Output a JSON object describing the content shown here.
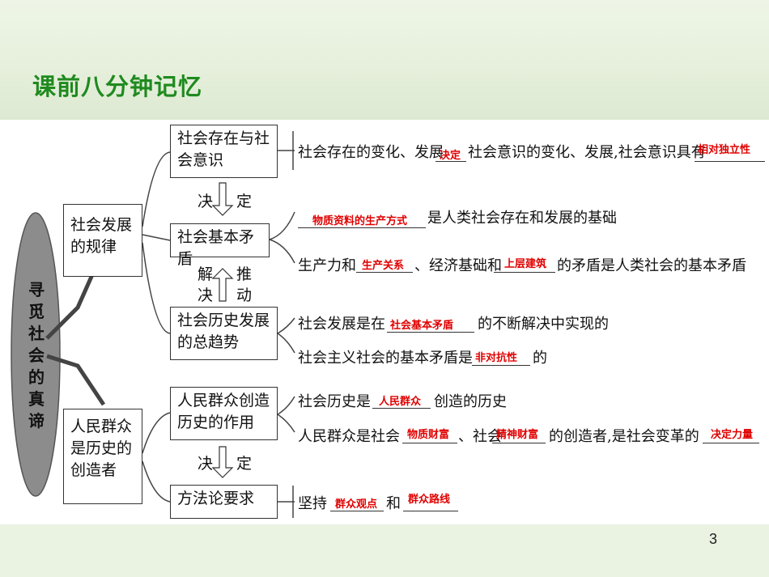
{
  "header": {
    "title": "课前八分钟记忆"
  },
  "page_number": "3",
  "root": {
    "label_chars": [
      "寻",
      "觅",
      "社",
      "会",
      "的",
      "真",
      "谛"
    ]
  },
  "branch1": {
    "title": "社会发展的规律",
    "line1": "社会发展",
    "line2": "的规律",
    "node1": {
      "line1": "社会存在与社",
      "line2": "会意识"
    },
    "arrow1": {
      "left": "决",
      "right": "定"
    },
    "node2": {
      "label": "社会基本矛盾"
    },
    "arrow2": {
      "left1": "解",
      "left2": "决",
      "right1": "推",
      "right2": "动"
    },
    "node3": {
      "line1": "社会历史发展",
      "line2": "的总趋势"
    }
  },
  "branch2": {
    "line1": "人民群众",
    "line2": "是历史的",
    "line3": "创造者",
    "node1": {
      "line1": "人民群众创造",
      "line2": "历史的作用"
    },
    "arrow": {
      "left": "决",
      "right": "定"
    },
    "node2": {
      "label": "方法论要求"
    }
  },
  "statements": {
    "s1": {
      "t1": "社会存在的变化、发展",
      "a1": "决定",
      "t2": "社会意识的变化、发展,社会意识具有",
      "a2": "相对独立性"
    },
    "s2": {
      "a1": "物质资料的生产方式",
      "t1": "是人类社会存在和发展的基础"
    },
    "s3": {
      "t1": "生产力和",
      "a1": "生产关系",
      "t2": "、经济基础和",
      "a2": "上层建筑",
      "t3": "的矛盾是人类社会的基本矛盾"
    },
    "s4": {
      "t1": "社会发展是在",
      "a1": "社会基本矛盾",
      "t2": "的不断解决中实现的"
    },
    "s5": {
      "t1": "社会主义社会的基本矛盾是",
      "a1": "非对抗性",
      "t2": "的"
    },
    "s6": {
      "t1": "社会历史是",
      "a1": "人民群众",
      "t2": "创造的历史"
    },
    "s7": {
      "t1": "人民群众是社会",
      "a1": "物质财富",
      "t2": "、社会",
      "a2": "精神财富",
      "t3": "的创造者,是社会变革的",
      "a3": "决定力量"
    },
    "s8": {
      "t1": "坚持",
      "a1": "群众观点",
      "t2": "和",
      "a2": "群众路线"
    }
  }
}
